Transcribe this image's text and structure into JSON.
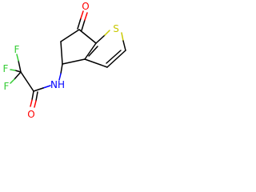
{
  "colors": {
    "carbon": "#000000",
    "oxygen": "#ff0000",
    "nitrogen": "#0000ff",
    "sulfur": "#c8c800",
    "fluorine": "#33cc33",
    "background": "#ffffff"
  },
  "atoms": {
    "ketone_oxygen": "O",
    "sulfur": "S",
    "fluorine_1": "F",
    "fluorine_2": "F",
    "fluorine_3": "F",
    "amide_oxygen": "O",
    "amide_nitrogen": "NH"
  }
}
